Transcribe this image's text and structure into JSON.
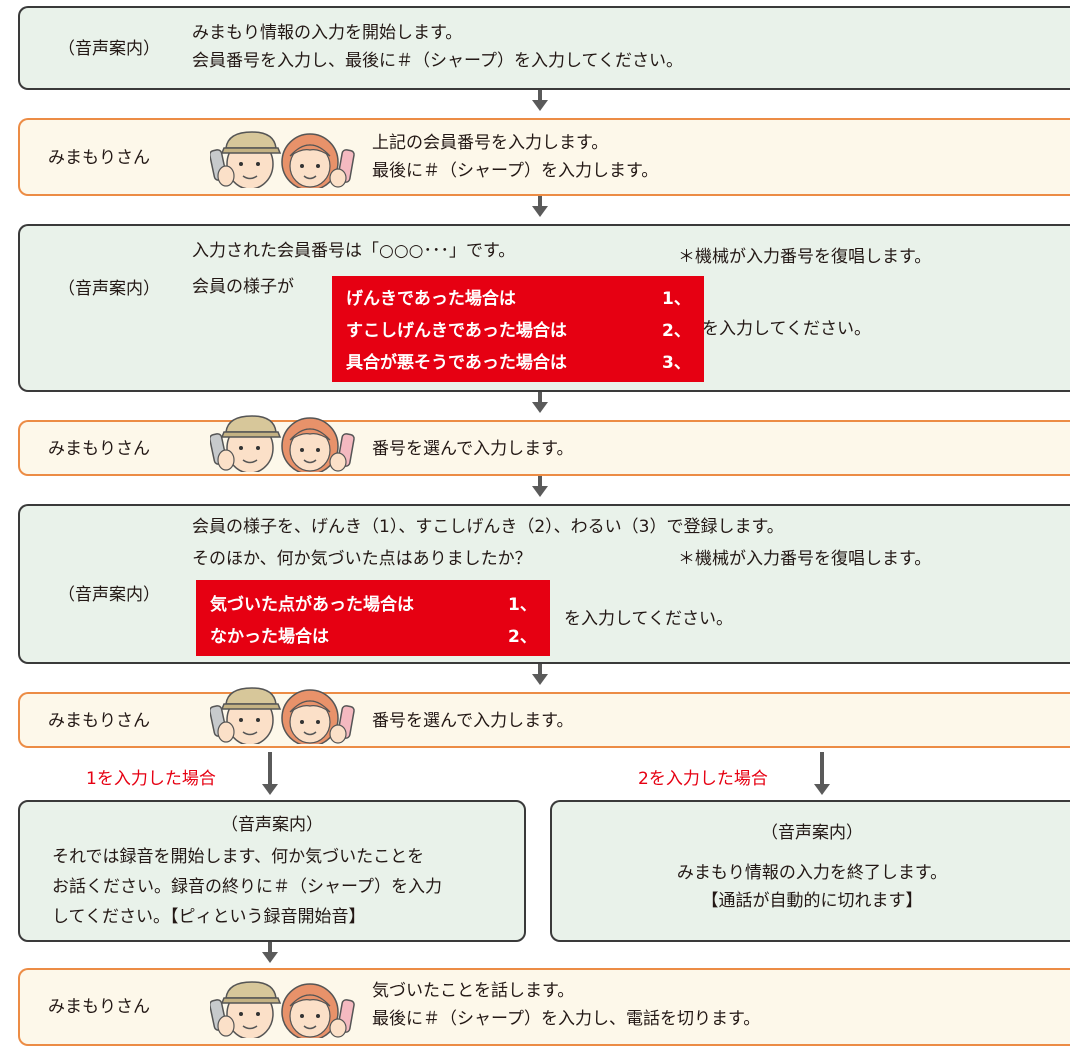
{
  "voice_label": "（音声案内）",
  "user_label": "みまもりさん",
  "step1": {
    "lines": [
      "みまもり情報の入力を開始します。",
      "会員番号を入力し、最後に＃（シャープ）を入力してください。"
    ]
  },
  "step2": {
    "lines": [
      "上記の会員番号を入力します。",
      "最後に＃（シャープ）を入力します。"
    ]
  },
  "step3": {
    "line1": "入力された会員番号は「○○○･･･」です。",
    "note": "＊機械が入力番号を復唱します。",
    "line2": "会員の様子が",
    "options": [
      {
        "text": "げんきであった場合は",
        "num": "1、"
      },
      {
        "text": "すこしげんきであった場合は",
        "num": "2、"
      },
      {
        "text": "具合が悪そうであった場合は",
        "num": "3、"
      }
    ],
    "suffix": "を入力してください。"
  },
  "step4": {
    "text": "番号を選んで入力します。"
  },
  "step5": {
    "line1": "会員の様子を、げんき（1）、すこしげんき（2）、わるい（3）で登録します。",
    "line2": "そのほか、何か気づいた点はありましたか？",
    "note": "＊機械が入力番号を復唱します。",
    "options": [
      {
        "text": "気づいた点があった場合は",
        "num": "1、"
      },
      {
        "text": "なかった場合は",
        "num": "2、"
      }
    ],
    "suffix": "を入力してください。"
  },
  "step6": {
    "text": "番号を選んで入力します。"
  },
  "branch1": {
    "label": "1を入力した場合",
    "lines": [
      "それでは録音を開始します、何か気づいたことを",
      "お話ください。録音の終りに＃（シャープ）を入力",
      "してください。【ピィという録音開始音】"
    ]
  },
  "branch2": {
    "label": "2を入力した場合",
    "lines": [
      "みまもり情報の入力を終了します。",
      "【通話が自動的に切れます】"
    ]
  },
  "step8": {
    "lines": [
      "気づいたことを話します。",
      "最後に＃（シャープ）を入力し、電話を切ります。"
    ]
  },
  "colors": {
    "system_fill": "#e9f2ea",
    "user_fill": "#fdf8ea",
    "user_border": "#ec8c45",
    "highlight_red": "#e60012",
    "arrow_gray": "#5a5a5a"
  }
}
